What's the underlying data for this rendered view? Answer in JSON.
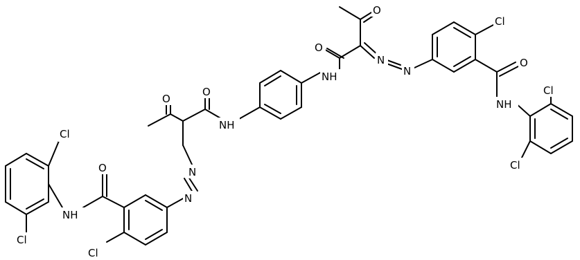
{
  "colors": {
    "bond": "#000000",
    "label": "#000000",
    "background": "#ffffff"
  },
  "atoms": {
    "cl_bottom_left": "Cl",
    "cl_left_upper": "Cl",
    "cl_left_ring_para": "Cl",
    "nh_left_amide": "NH",
    "o_left_amide": "O",
    "o_left_ketone": "O",
    "o_left_central_amide": "O",
    "nh_left_central": "NH",
    "nh_right_central": "NH",
    "o_right_central_amide": "O",
    "o_right_ketone": "O",
    "cl_right_ring_para": "Cl",
    "o_right_amide": "O",
    "nh_right_amide": "NH",
    "cl_right_upper": "Cl",
    "cl_right_lower": "Cl",
    "n_left_azo_1": "N",
    "n_left_azo_2": "N",
    "n_right_azo_1": "N",
    "n_right_azo_2": "N"
  }
}
